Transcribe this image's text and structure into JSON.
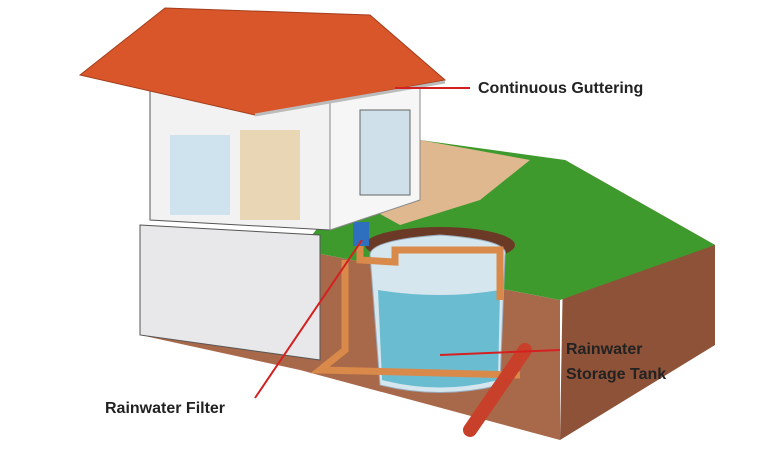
{
  "labels": {
    "guttering": "Continuous Guttering",
    "filter": "Rainwater Filter",
    "tank_line1": "Rainwater",
    "tank_line2": "Storage Tank"
  },
  "colors": {
    "leader": "#d42020",
    "roof": "#d9562a",
    "grass": "#3f9a2e",
    "soil": "#a8694a",
    "pipe": "#d98a4a",
    "tank": "#d6e6ee",
    "water": "#4fb3c9"
  }
}
